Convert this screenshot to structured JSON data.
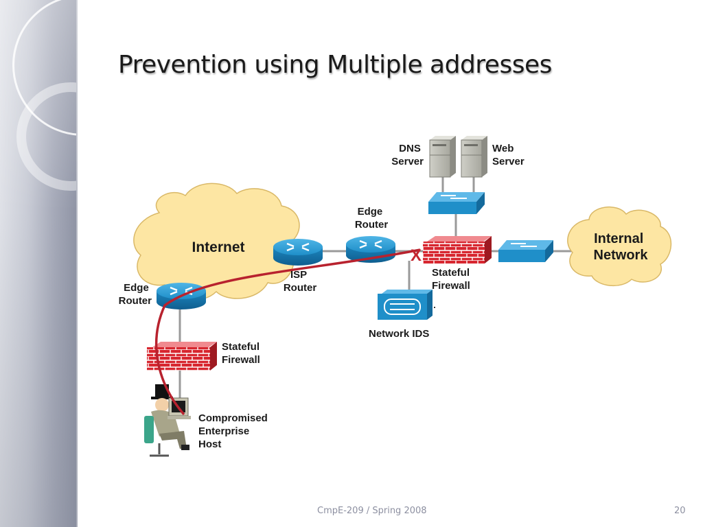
{
  "slide": {
    "title": "Prevention using Multiple addresses",
    "footer": "CmpE-209 / Spring 2008",
    "page_number": "20"
  },
  "diagram": {
    "internet_label": "Internet",
    "internal_network_label": [
      "Internal",
      "Network"
    ],
    "edge_router_left_label": [
      "Edge",
      "Router"
    ],
    "edge_router_top_label": [
      "Edge",
      "Router"
    ],
    "isp_router_label": [
      "ISP",
      "Router"
    ],
    "firewall_left_label": [
      "Stateful",
      "Firewall"
    ],
    "firewall_right_label": [
      "Stateful",
      "Firewall"
    ],
    "dns_server_label": [
      "DNS",
      "Server"
    ],
    "web_server_label": [
      "Web",
      "Server"
    ],
    "network_ids_label": "Network IDS",
    "host_label": [
      "Compromised",
      "Enterprise",
      "Host"
    ],
    "blocked_marker": "X",
    "attack_path_color": "#b8222e",
    "router_color": "#1f8fc9",
    "firewall_color": "#d7262f"
  }
}
